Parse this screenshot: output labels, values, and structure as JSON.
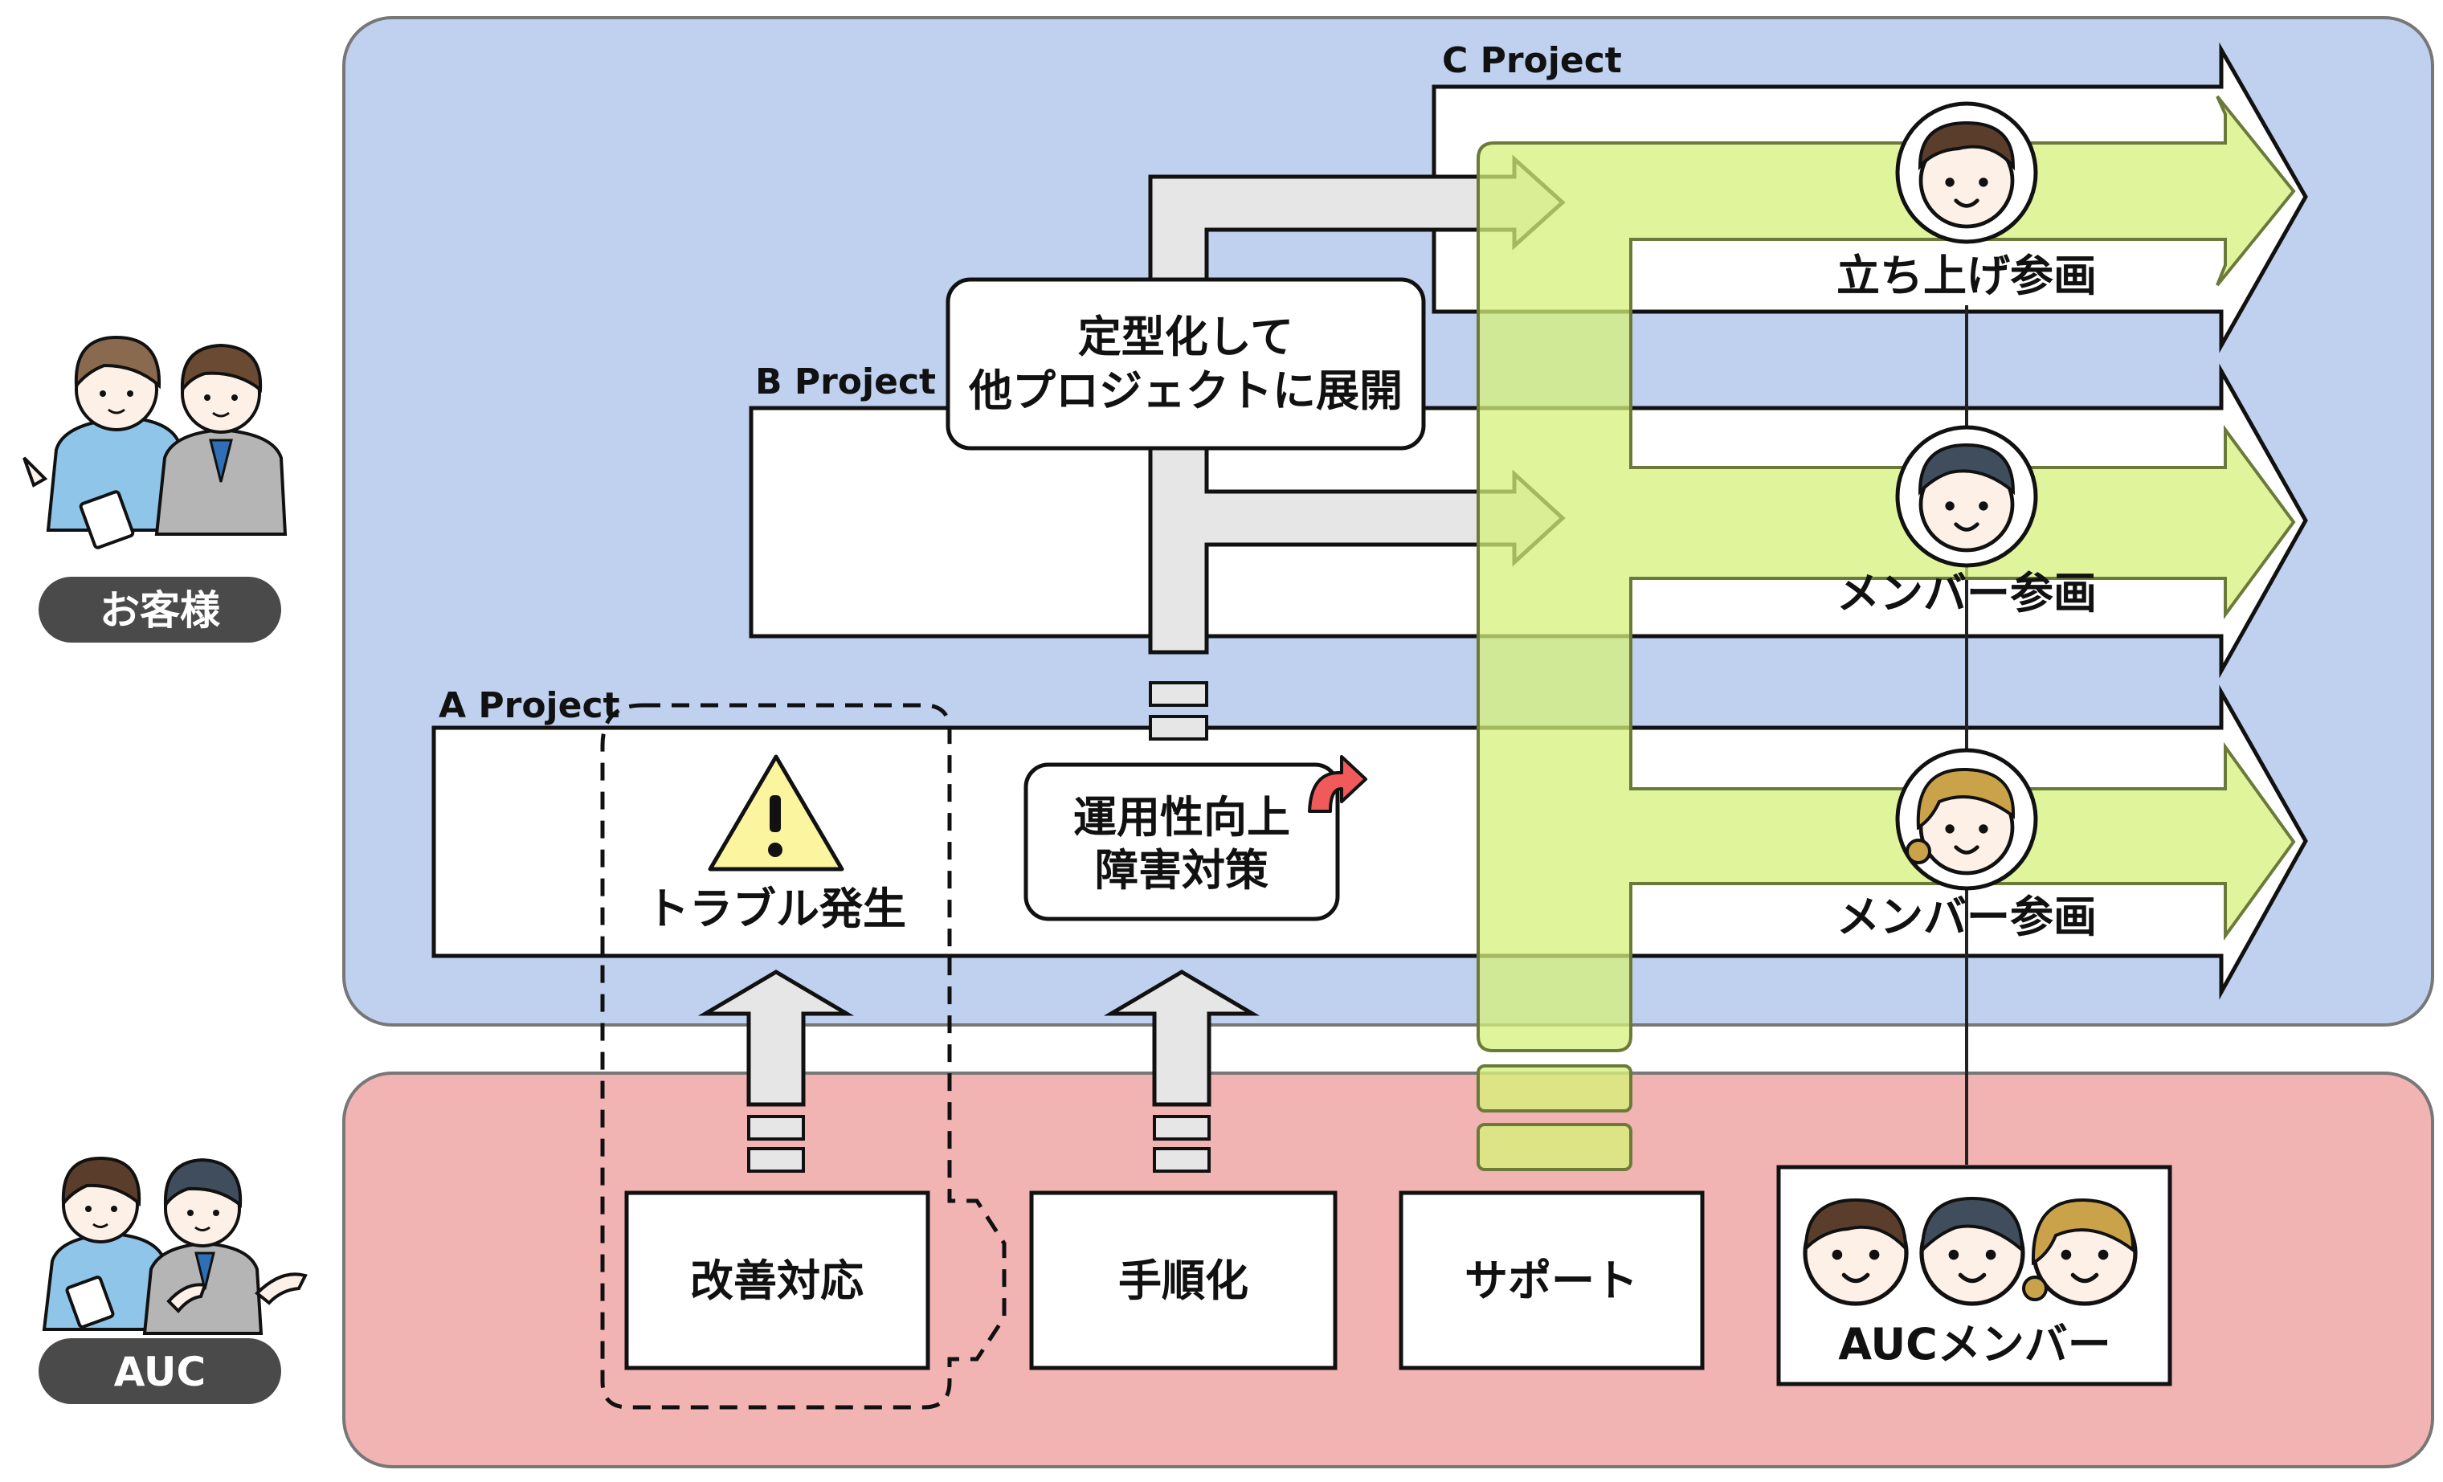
{
  "actors": {
    "customer": "お客様",
    "auc": "AUC"
  },
  "projects": {
    "a": "A Project",
    "b": "B Project",
    "c": "C Project"
  },
  "callouts": {
    "standardize_line1": "定型化して",
    "standardize_line2": "他プロジェクトに展開",
    "trouble": "トラブル発生",
    "ops_line1": "運用性向上",
    "ops_line2": "障害対策"
  },
  "roles": {
    "launch": "立ち上げ参画",
    "member1": "メンバー参画",
    "member2": "メンバー参画"
  },
  "auc_tasks": {
    "improve": "改善対応",
    "procedure": "手順化",
    "support": "サポート",
    "members": "AUCメンバー"
  },
  "colors": {
    "customer_band": "#bfd1ee",
    "auc_band": "#f2b3b3",
    "support_green": "#d9f08a",
    "gray_arrow": "#e6e6e6",
    "warning_yellow": "#fbf5a0",
    "redo_red": "#f05a5a"
  },
  "icons": {
    "warning": "warning-icon",
    "redo": "redo-arrow-icon",
    "person": "person-avatar-icon"
  }
}
